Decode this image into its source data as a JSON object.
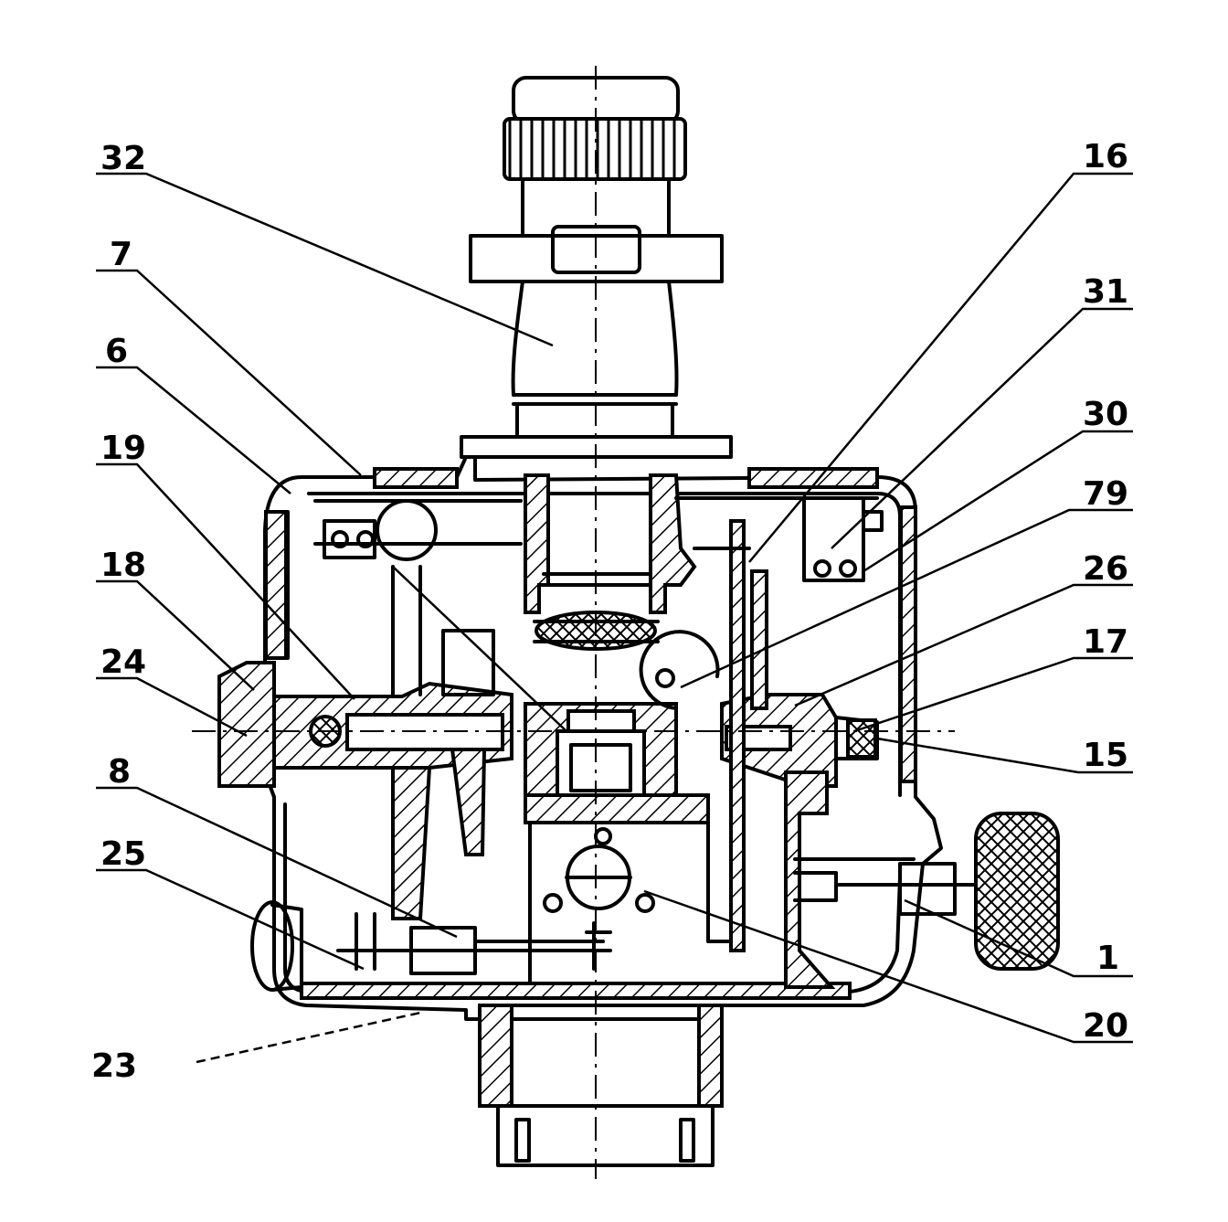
{
  "labels": {
    "l32": "32",
    "l7": "7",
    "l6": "6",
    "l19": "19",
    "l18": "18",
    "l24": "24",
    "l8": "8",
    "l25": "25",
    "l23": "23",
    "l16": "16",
    "l31": "31",
    "l30": "30",
    "l79": "79",
    "l26": "26",
    "l17": "17",
    "l15": "15",
    "l1": "1",
    "l20": "20"
  }
}
